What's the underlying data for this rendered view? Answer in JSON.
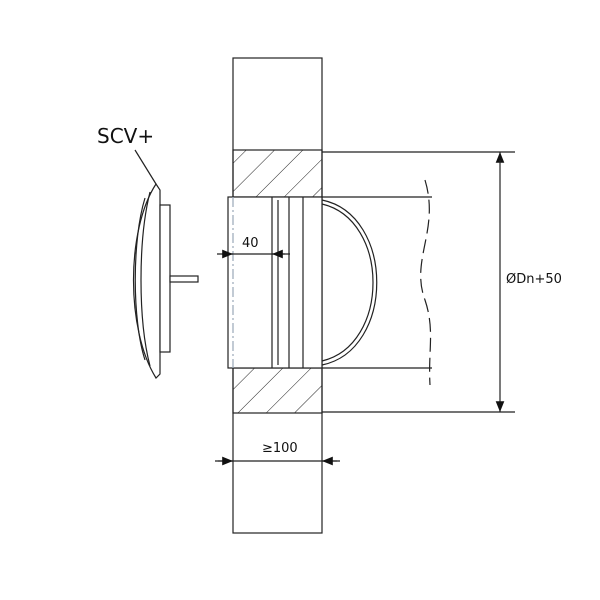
{
  "labels": {
    "product": "SCV+",
    "depth_dimension": "40",
    "wall_dimension": "≥100",
    "diameter_dimension": "ØDn+50"
  },
  "colors": {
    "line": "#222222",
    "centerline": "#9aa8b8"
  }
}
